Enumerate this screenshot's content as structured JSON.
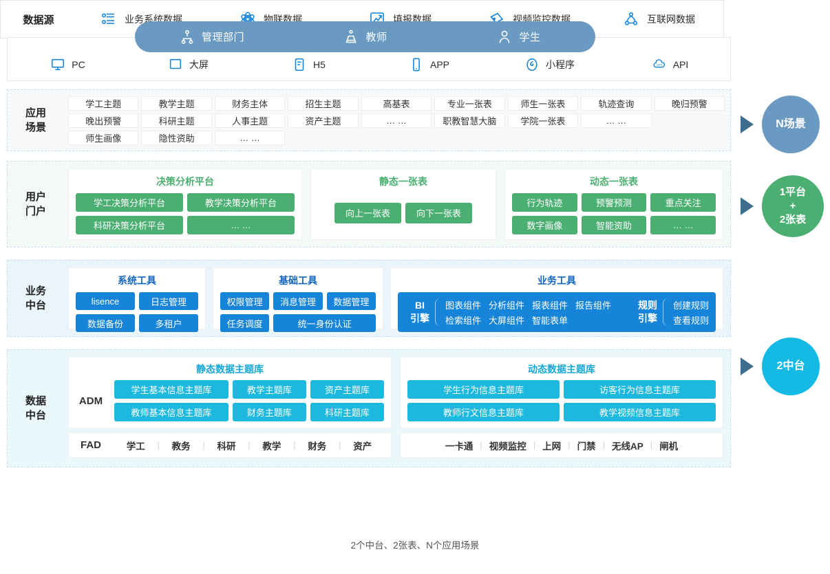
{
  "roles": [
    {
      "label": "管理部门",
      "icon": "org-chart-icon"
    },
    {
      "label": "教师",
      "icon": "teacher-icon"
    },
    {
      "label": "学生",
      "icon": "student-icon"
    }
  ],
  "terminals": [
    {
      "label": "PC",
      "icon": "desktop-icon"
    },
    {
      "label": "大屏",
      "icon": "large-screen-icon"
    },
    {
      "label": "H5",
      "icon": "h5-icon"
    },
    {
      "label": "APP",
      "icon": "mobile-app-icon"
    },
    {
      "label": "小程序",
      "icon": "mini-program-icon"
    },
    {
      "label": "API",
      "icon": "api-cloud-icon"
    }
  ],
  "scenarios": {
    "title": "应用\n场景",
    "title_line1": "应用",
    "title_line2": "场景",
    "cells": [
      "学工主题",
      "教学主题",
      "财务主体",
      "招生主题",
      "高基表",
      "专业一张表",
      "师生一张表",
      "轨迹查询",
      "晚归预警",
      "晚出预警",
      "科研主题",
      "人事主题",
      "资产主题",
      "… …",
      "职教智慧大脑",
      "学院一张表",
      "… …",
      "",
      "师生画像",
      "隐性资助",
      "… …"
    ],
    "row1": [
      "学工主题",
      "教学主题",
      "财务主体",
      "招生主题",
      "高基表",
      "专业一张表",
      "师生一张表",
      "轨迹查询",
      "晚归预警",
      "晚出预警"
    ],
    "row2": [
      "科研主题",
      "人事主题",
      "资产主题",
      "… …",
      "职教智慧大脑",
      "学院一张表",
      "… …",
      "",
      "师生画像",
      "隐性资助",
      "… …"
    ]
  },
  "portal": {
    "title_line1": "用户",
    "title_line2": "门户",
    "cards": [
      {
        "title": "决策分析平台",
        "buttons": [
          "学工决策分析平台",
          "教学决策分析平台",
          "科研决策分析平台",
          "… …"
        ]
      },
      {
        "title": "静态一张表",
        "buttons": [
          "向上一张表",
          "向下一张表"
        ]
      },
      {
        "title": "动态一张表",
        "buttons": [
          "行为轨迹",
          "预警预测",
          "重点关注",
          "数字画像",
          "智能资助",
          "… …"
        ]
      }
    ]
  },
  "business": {
    "title_line1": "业务",
    "title_line2": "中台",
    "system_tools": {
      "title": "系统工具",
      "buttons": [
        "lisence",
        "日志管理",
        "数据备份",
        "多租户"
      ]
    },
    "base_tools": {
      "title": "基础工具",
      "buttons": [
        "权限管理",
        "消息管理",
        "数据管理",
        "任务调度",
        "统一身份认证"
      ]
    },
    "biz_tools": {
      "title": "业务工具",
      "engines": [
        {
          "name_line1": "BI",
          "name_line2": "引擎",
          "row1": [
            "图表组件",
            "分析组件",
            "报表组件",
            "报告组件"
          ],
          "row2": [
            "检索组件",
            "大屏组件",
            "智能表单"
          ]
        },
        {
          "name_line1": "规则",
          "name_line2": "引擎",
          "row1": [
            "创建规则"
          ],
          "row2": [
            "查看规则"
          ]
        }
      ]
    }
  },
  "data_platform": {
    "title_line1": "数据",
    "title_line2": "中台",
    "static_db": {
      "title": "静态数据主题库",
      "adm_label": "ADM",
      "buttons": [
        "学生基本信息主题库",
        "教学主题库",
        "资产主题库",
        "教师基本信息主题库",
        "财务主题库",
        "科研主题库"
      ],
      "fad_label": "FAD",
      "fad_items": [
        "学工",
        "教务",
        "科研",
        "教学",
        "财务",
        "资产"
      ]
    },
    "dynamic_db": {
      "title": "动态数据主题库",
      "buttons": [
        "学生行为信息主题库",
        "访客行为信息主题库",
        "教师行文信息主题库",
        "教学视频信息主题库"
      ],
      "fad_items": [
        "一卡通",
        "视频监控",
        "上网",
        "门禁",
        "无线AP",
        "闸机"
      ]
    }
  },
  "sources": {
    "title": "数据源",
    "items": [
      {
        "label": "业务系统数据",
        "icon": "list-settings-icon"
      },
      {
        "label": "物联数据",
        "icon": "iot-atom-icon"
      },
      {
        "label": "填报数据",
        "icon": "chart-report-icon"
      },
      {
        "label": "视频监控数据",
        "icon": "video-camera-icon"
      },
      {
        "label": "互联网数据",
        "icon": "internet-node-icon"
      }
    ]
  },
  "rail": [
    {
      "name": "scenario",
      "label": "N场景"
    },
    {
      "name": "portal",
      "label": "1平台\n+\n2张表",
      "l1": "1平台",
      "l2": "+",
      "l3": "2张表"
    },
    {
      "name": "middle",
      "label": "2中台"
    }
  ],
  "footnote": "2个中台、2张表、N个应用场景",
  "colors": {
    "role_blue": "#6A9AC2",
    "green": "#4CAF72",
    "biz_blue": "#1684D8",
    "data_cyan": "#1CB8DD",
    "rail_mid": "#14BAE3",
    "arrow": "#3E6E8E"
  }
}
